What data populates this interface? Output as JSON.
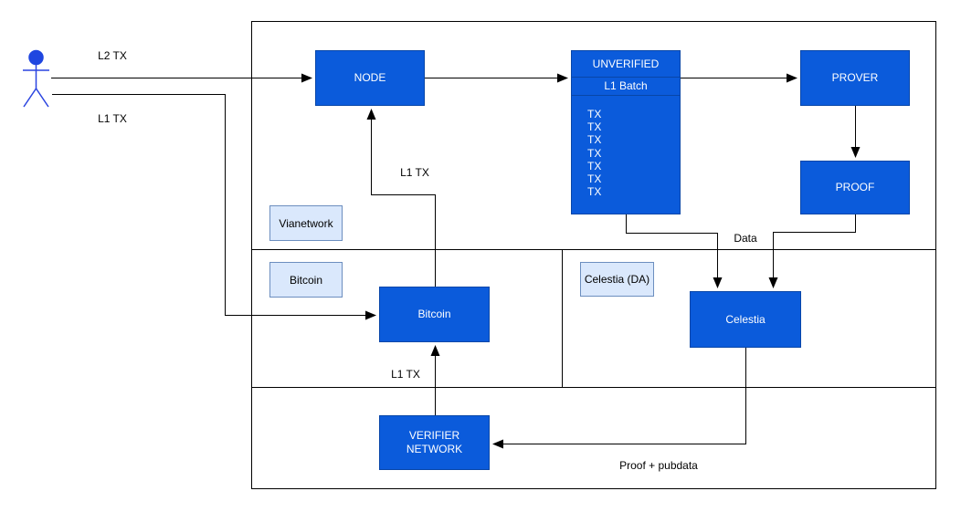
{
  "colors": {
    "box_fill": "#0b5bdb",
    "box_border": "#0846a8",
    "tag_fill": "#dae8fc",
    "tag_border": "#6c8ebf",
    "edge_line": "#000000",
    "actor": "#2a44e0",
    "box_text": "#ffffff",
    "label_text": "#000000"
  },
  "nodes": {
    "node": "NODE",
    "unverified": {
      "title": "UNVERIFIED",
      "subtitle": "L1 Batch",
      "items": [
        "TX",
        "TX",
        "TX",
        "TX",
        "TX",
        "TX",
        "TX"
      ]
    },
    "prover": "PROVER",
    "proof": "PROOF",
    "bitcoin": "Bitcoin",
    "celestia": "Celestia",
    "verifier": "VERIFIER\nNETWORK"
  },
  "section_labels": {
    "vianetwork": "Vianetwork",
    "bitcoin": "Bitcoin",
    "celestia_da": "Celestia (DA)"
  },
  "edge_labels": {
    "l2_tx": "L2 TX",
    "l1_tx_user": "L1 TX",
    "l1_tx_to_node": "L1 TX",
    "l1_tx_to_bitcoin": "L1 TX",
    "data": "Data",
    "proof_pubdata": "Proof + pubdata"
  }
}
